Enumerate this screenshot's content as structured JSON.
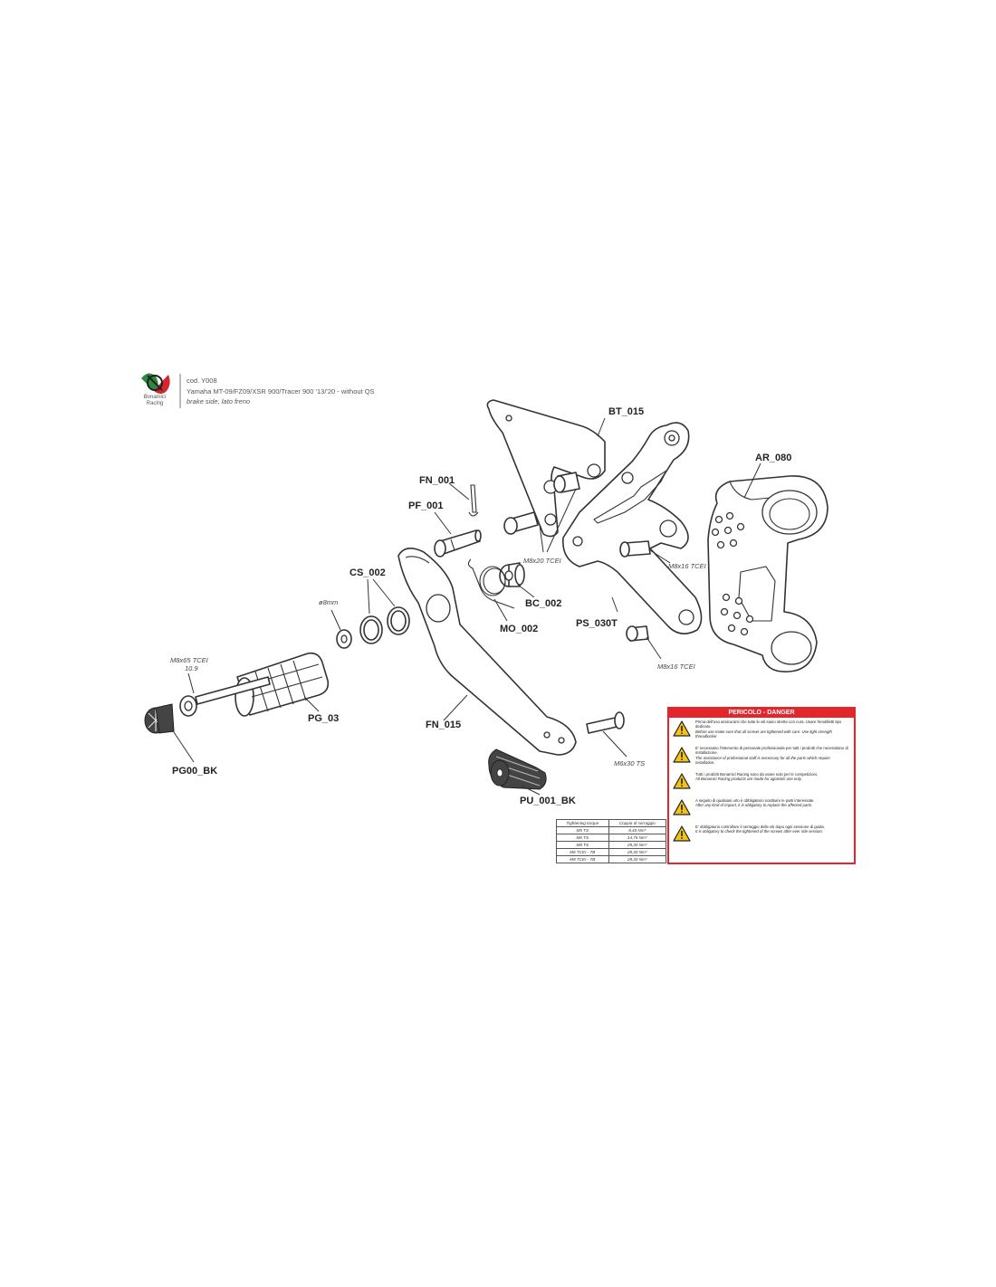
{
  "header": {
    "brand_line1": "Bonamici",
    "brand_line2": "Racing",
    "code": "cod. Y008",
    "model": "Yamaha MT-09/FZ09/XSR 900/Tracer 900 '13/'20 - without QS",
    "side": "brake side, lato freno"
  },
  "parts": {
    "bt_015": "BT_015",
    "ar_080": "AR_080",
    "fn_001": "FN_001",
    "pf_001": "PF_001",
    "cs_002": "CS_002",
    "bc_002": "BC_002",
    "mo_002": "MO_002",
    "ps_030t": "PS_030T",
    "pg_03": "PG_03",
    "fn_015": "FN_015",
    "pg00_bk": "PG00_BK",
    "pu_001_bk": "PU_001_BK"
  },
  "screws": {
    "m8x20": "M8x20 TCEI",
    "m8x16_a": "M8x16 TCEI",
    "m8x16_b": "M8x16 TCEI",
    "m8x65": "M8x65 TCEI",
    "m8x65_grade": "10.9",
    "m6x30": "M6x30 TS",
    "washer": "ø8mm"
  },
  "torque_table": {
    "headers": [
      "Tightening torque",
      "Coppia di serraggio"
    ],
    "rows": [
      [
        "M5 TS",
        "8,40 Nm*"
      ],
      [
        "M6 TS",
        "14,75 Nm*"
      ],
      [
        "M8 TS",
        "28,30 Nm*"
      ],
      [
        "M6 TCEI - TB",
        "28,30 Nm*"
      ],
      [
        "M8 TCEI - TB",
        "28,30 Nm*"
      ]
    ]
  },
  "danger": {
    "title": "PERICOLO - DANGER",
    "warnings": [
      {
        "it": "Prima dell'uso assicurarsi che tutte le viti siano strette con cura. Usare frenafiletti tipo dedicato.",
        "en": "Before use make sure that all screws are tightened with care. Use light strength threadlocker."
      },
      {
        "it": "E' necessario l'intervento di personale professionale per tutti i prodotti che necessitano di installazione.",
        "en": "The assistance of professional staff is necessary for all the parts which require installation."
      },
      {
        "it": "Tutti i prodotti Bonamici Racing sono da usare solo per le competizioni.",
        "en": "All Bonamici Racing products are made for agonistic use only."
      },
      {
        "it": "A seguito di qualsiasi urto è obbligatorio sostituire le parti interessate.",
        "en": "After any kind of impact, it is obligatory to replace the affected parts."
      },
      {
        "it": "E' obbligatorio controllare il serraggio delle viti dopo ogni sessione di guida.",
        "en": "It is obligatory to check the tightened of the screws after ever ride session."
      }
    ]
  },
  "colors": {
    "danger_red": "#e3262b",
    "warning_yellow": "#f2c21b",
    "logo_green": "#2a8a3e",
    "logo_red": "#d6262b"
  }
}
